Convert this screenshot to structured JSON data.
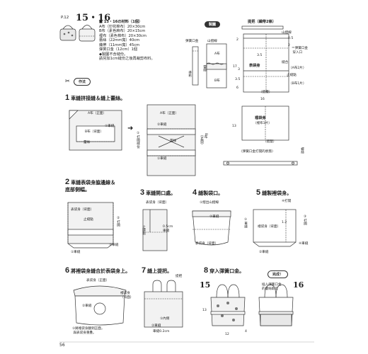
{
  "header": {
    "page_ref": "P.12",
    "pattern_no": "15・16"
  },
  "materials": {
    "title": "■ 15・16の材料（1個）",
    "items": [
      "A布（印花棉布）20×30cm",
      "B布（素色麻布）20×15cm",
      "裡布（素色棉布）20×30cm",
      "蕾絲（22mm寬）40cm",
      "織帶（11mm寬）45cm",
      "彈簧口金（12cm）1個",
      "◆製圖不含縫份。",
      "請另加1cm縫份之後再裁剪布料。"
    ]
  },
  "drafting": {
    "label": "製圖",
    "handle_label": "提把（織帶2條）",
    "labels": {
      "snap_frame": "彈簧口金",
      "top_lace": "山摺線",
      "top_lace_right": "山摺線",
      "lace": "蕾絲",
      "a_cloth": "A布",
      "b_cloth": "B布",
      "outer_body": "表袋身",
      "seam": "縫合",
      "insert_mark": "＝彈簧口金\n 穿入口",
      "a_two": "（A布2片）",
      "b_one": "（B布1片）",
      "fold": "（摺雙）",
      "fold2": "（摺雙）",
      "lining": "裡袋身",
      "lining_sub": "（裡布1片）",
      "frame_open": "〈彈簧口金打開的狀態〉",
      "screw": "螺絲",
      "seam_left": "縫合",
      "stop": "止縫點",
      "guide": "導布"
    },
    "dims": {
      "d05": "0.5",
      "d2a": "2",
      "d2b": "2",
      "d35": "3.5",
      "d17": "17",
      "d3": "3",
      "d35b": "3.5",
      "d6": "6",
      "d16": "16",
      "d13": "13",
      "d12": "12",
      "d4": "4",
      "d2c": "2"
    }
  },
  "make_label": "作法",
  "steps": [
    {
      "n": "1",
      "title": "車縫拼接縫＆縫上蕾絲。"
    },
    {
      "n": "2",
      "title": "車縫表袋身脇邊線＆\n底部側幅。"
    },
    {
      "n": "3",
      "title": "車縫開口處。"
    },
    {
      "n": "4",
      "title": "縫製袋口。"
    },
    {
      "n": "5",
      "title": "縫製裡袋身。"
    },
    {
      "n": "6",
      "title": "將裡袋身縫合於表袋身上。"
    },
    {
      "n": "7",
      "title": "縫上提把。"
    },
    {
      "n": "8",
      "title": "穿入彈簧口金。"
    }
  ],
  "step_labels": {
    "s1": {
      "a_front": "A布（正面）",
      "b_front": "B布（背面）",
      "lace": "蕾絲",
      "seam1": "①車縫",
      "seam2": "②車縫",
      "open": "①打開縫份",
      "a2": "A布（正面）",
      "b2": "B布\n（正面）",
      "lace2": "蕾絲",
      "seam3": "①車縫",
      "seam_small": "②車縫"
    },
    "s2": {
      "outer": "表袋身（背面）",
      "stop": "止縫點",
      "open": "②打開",
      "seam": "①車縫",
      "seam2": "③車縫"
    },
    "s3": {
      "outer": "表袋身（背面）",
      "stop": "止縫點",
      "gap": "0.5cm\n車縫"
    },
    "s4": {
      "fold": "①摺出山摺線",
      "seam": "②車縫",
      "outer": "表袋身（背面）"
    },
    "s5": {
      "open": "④打開",
      "seam": "①車縫",
      "lining": "裡袋身（背面）",
      "m12": "1.2",
      "seam3": "②車縫",
      "open2": "③打開",
      "seam4": "④車縫"
    },
    "s6": {
      "outer": "表袋身（正面）",
      "lining": "裡袋身\n（背面）",
      "seam": "②車縫",
      "note": "①將裡袋身翻到正面，\n 與表袋身重疊。"
    },
    "s7": {
      "handle": "提把",
      "inner": "①內側",
      "seam": "②車縫",
      "width": "車縫0.2cm"
    },
    "s8": {
      "insert": "插入彈簧口金\n的螺絲即可",
      "finish": "完成！"
    }
  },
  "finished": {
    "no15": "15",
    "no16": "16",
    "h13": "13",
    "w12": "12",
    "d4": "4"
  },
  "page_number": "56"
}
